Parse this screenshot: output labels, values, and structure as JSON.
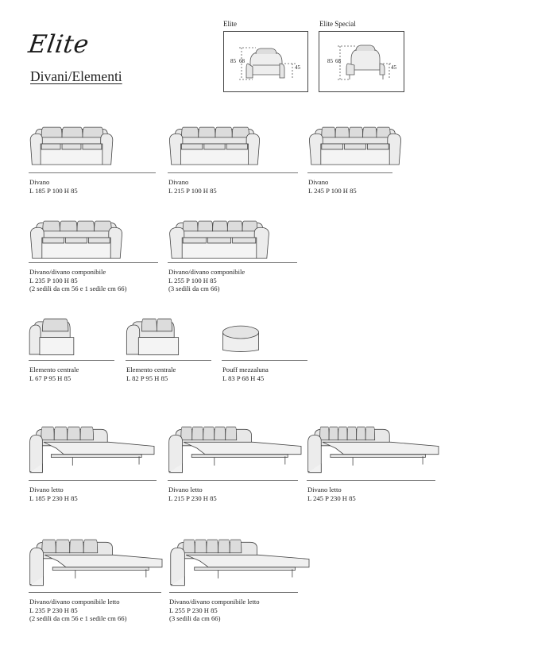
{
  "header": {
    "brand": "Elite",
    "subtitle": "Divani/Elementi"
  },
  "models": [
    {
      "label": "Elite",
      "dims": {
        "h_seat": "85",
        "h_back": "68",
        "depth": "45"
      }
    },
    {
      "label": "Elite Special",
      "dims": {
        "h_seat": "85",
        "h_back": "68",
        "depth": "45"
      }
    }
  ],
  "products": [
    {
      "name": "Divano",
      "dims": "L 185 P 100 H 85"
    },
    {
      "name": "Divano",
      "dims": "L 215 P 100 H 85"
    },
    {
      "name": "Divano",
      "dims": "L 245 P 100 H 85"
    },
    {
      "name": "Divano/divano componibile",
      "dims": "L 235 P 100 H 85",
      "note": "(2 sedili da cm 56 e 1 sedile cm 66)"
    },
    {
      "name": "Divano/divano componibile",
      "dims": "L 255 P 100 H 85",
      "note": "(3 sedili da cm 66)"
    },
    {
      "name": "Elemento centrale",
      "dims": "L 67 P 95 H 85"
    },
    {
      "name": "Elemento centrale",
      "dims": "L 82 P 95 H 85"
    },
    {
      "name": "Pouff mezzaluna",
      "dims": "L 83 P 68 H 45"
    },
    {
      "name": "Divano letto",
      "dims": "L 185 P 230 H 85"
    },
    {
      "name": "Divano letto",
      "dims": "L 215 P 230 H 85"
    },
    {
      "name": "Divano letto",
      "dims": "L 245 P 230 H 85"
    },
    {
      "name": "Divano/divano componibile letto",
      "dims": "L 235 P 230 H 85",
      "note": "(2 sedili da cm 56 e 1 sedile cm 66)"
    },
    {
      "name": "Divano/divano componibile letto",
      "dims": "L 255 P 230 H 85",
      "note": "(3 sedili da cm 66)"
    }
  ]
}
